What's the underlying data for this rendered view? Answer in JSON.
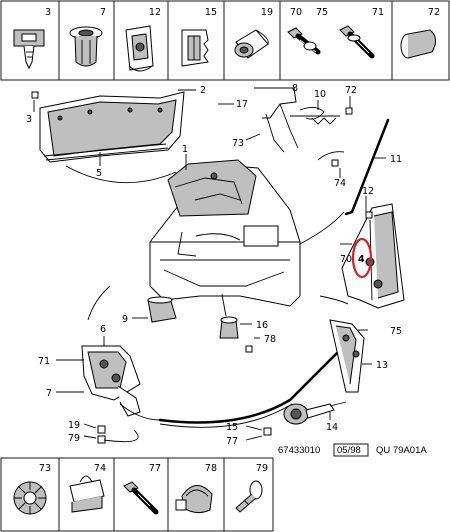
{
  "header_parts": [
    {
      "number": "3",
      "icon": "clip-fastener-icon"
    },
    {
      "number": "7",
      "icon": "grommet-icon"
    },
    {
      "number": "12",
      "icon": "bracket-clip-icon"
    },
    {
      "number": "15",
      "icon": "panel-clip-icon"
    },
    {
      "number": "19",
      "icon": "rod-clip-icon"
    },
    {
      "number": "70",
      "icon": "bolt-washer-icon"
    },
    {
      "number": "75",
      "icon": "bolt-icon"
    },
    {
      "number": "71",
      "icon": "hex-bolt-icon"
    },
    {
      "number": "72",
      "icon": "plug-icon"
    }
  ],
  "footer_parts": [
    {
      "number": "73",
      "icon": "star-washer-icon"
    },
    {
      "number": "74",
      "icon": "spring-clip-icon"
    },
    {
      "number": "77",
      "icon": "screw-icon"
    },
    {
      "number": "78",
      "icon": "hose-clamp-icon"
    },
    {
      "number": "79",
      "icon": "clip-rivet-icon"
    }
  ],
  "callouts": [
    "1",
    "2",
    "3",
    "4",
    "5",
    "6",
    "7",
    "8",
    "9",
    "10",
    "11",
    "12",
    "13",
    "14",
    "15",
    "16",
    "17",
    "19",
    "70",
    "71",
    "72",
    "73",
    "74",
    "75",
    "77",
    "78",
    "79",
    "70",
    "74",
    "71",
    "73",
    "72",
    "77",
    "15",
    "19",
    "78"
  ],
  "diagram": {
    "part_labels": {
      "l2": "2",
      "l3": "3",
      "l5": "5",
      "l1": "1",
      "l17": "17",
      "l8": "8",
      "l10": "10",
      "l72": "72",
      "l73": "73",
      "l11": "11",
      "l74": "74",
      "l12": "12",
      "l70": "70",
      "l4": "4",
      "l9": "9",
      "l16": "16",
      "l6": "6",
      "l71": "71",
      "l78": "78",
      "l75": "75",
      "l13": "13",
      "l7": "7",
      "l14": "14",
      "l19": "19",
      "l79": "79",
      "l15": "15",
      "l77": "77"
    },
    "highlight_label": "4",
    "highlight_color": "#d6202a"
  },
  "footer": {
    "ref_number": "67433010",
    "date_code": "05/98",
    "model_code": "QU 79A01A"
  }
}
